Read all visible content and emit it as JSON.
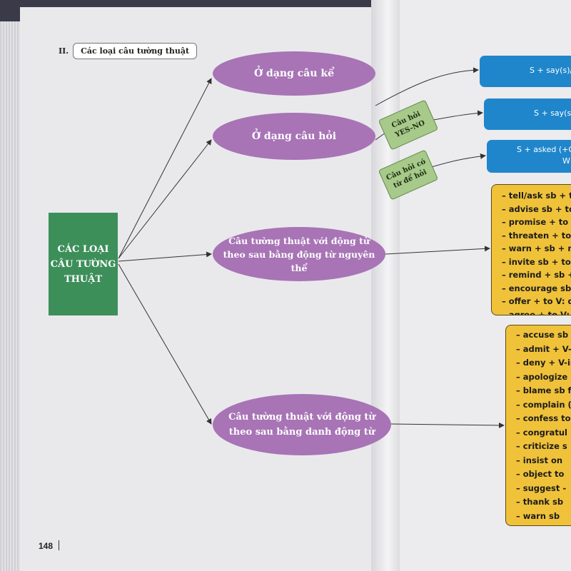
{
  "section": {
    "number": "II.",
    "title": "Các loại câu tường thuật"
  },
  "root": {
    "label": "CÁC LOẠI CÂU TƯỜNG THUẬT"
  },
  "branches": [
    "Ở dạng câu kể",
    "Ở dạng câu hỏi",
    "Câu tường thuật với động từ theo sau bằng động từ nguyên thể",
    "Câu tường thuật với động từ theo sau bằng danh động từ"
  ],
  "question_tags": [
    "Câu hỏi YES-NO",
    "Câu hỏi có từ để hỏi"
  ],
  "blue_boxes": [
    "S + say(s)/s",
    "S + say(s),",
    "S + asked (+O",
    "W"
  ],
  "infinitive_verbs": [
    "– tell/ask sb + to V",
    "– advise sb + to V:",
    "– promise + to V:",
    "– threaten + to V",
    "– warn + sb + no",
    "– invite sb + to V",
    "– remind + sb +",
    "– encourage sb",
    "– offer + to V: d",
    "– agree + to V:"
  ],
  "gerund_verbs": [
    "– accuse sb of",
    "– admit + V-in",
    "– deny + V-ing",
    "– apologize (",
    "– blame sb fo",
    "– complain (",
    "– confess to",
    "– congratul",
    "– criticize s",
    "– insist on",
    "– object to",
    "– suggest -",
    "– thank sb",
    "– warn sb"
  ],
  "page_number": "148"
}
